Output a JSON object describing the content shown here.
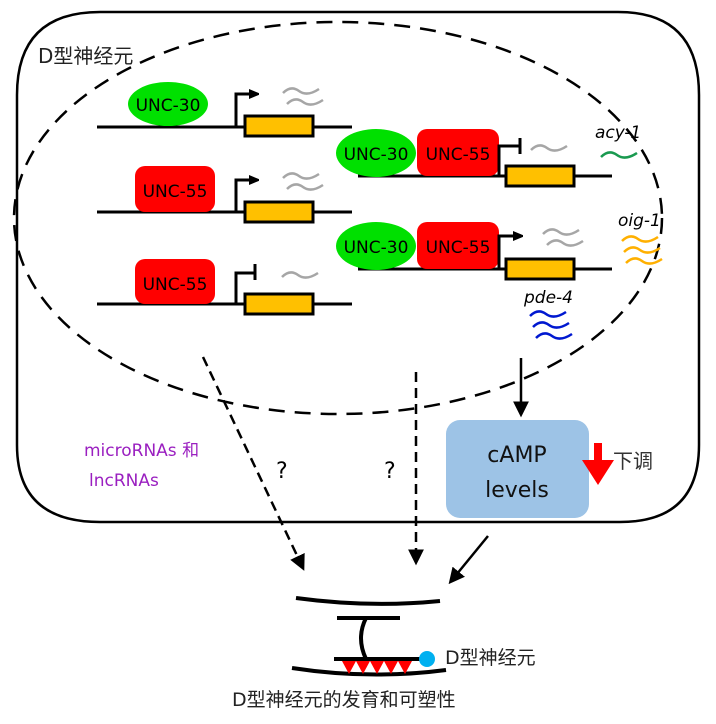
{
  "cell_label": "D型神经元",
  "genes": [
    {
      "tf": [
        "UNC-30"
      ],
      "state": "active",
      "transcript_count": 2
    },
    {
      "tf": [
        "UNC-55"
      ],
      "state": "active",
      "transcript_count": 2
    },
    {
      "tf": [
        "UNC-55"
      ],
      "state": "repressed",
      "transcript_count": 1
    },
    {
      "tf": [
        "UNC-30",
        "UNC-55"
      ],
      "state": "repressed",
      "transcript_count": 1,
      "target": "acy-1"
    },
    {
      "tf": [
        "UNC-30",
        "UNC-55"
      ],
      "state": "active",
      "transcript_count": 2,
      "targets": [
        "oig-1",
        "pde-4"
      ]
    }
  ],
  "tf_labels": {
    "unc30": "UNC-30",
    "unc55": "UNC-55"
  },
  "target_genes": {
    "acy1": "acy-1",
    "oig1": "oig-1",
    "pde4": "pde-4"
  },
  "camp": {
    "line1": "cAMP",
    "line2": "levels",
    "change_label": "下调",
    "direction": "down"
  },
  "noncoding": {
    "line1": "microRNAs 和",
    "line2": "lncRNAs"
  },
  "unknown_marks": [
    "?",
    "?"
  ],
  "synapse_label": "D型神经元",
  "caption": "D型神经元的发育和可塑性",
  "colors": {
    "unc30": "#00e000",
    "unc55": "#ff0000",
    "gene_box": "#ffc000",
    "camp_box": "#9dc3e6",
    "acy1": "#1a9a50",
    "oig1": "#ffb000",
    "pde4": "#0018d0",
    "transcript_gray": "#a6a6a6",
    "noncoding_text": "#9a1fc0",
    "down_arrow": "#ff0000",
    "dot": "#00b0f0"
  }
}
